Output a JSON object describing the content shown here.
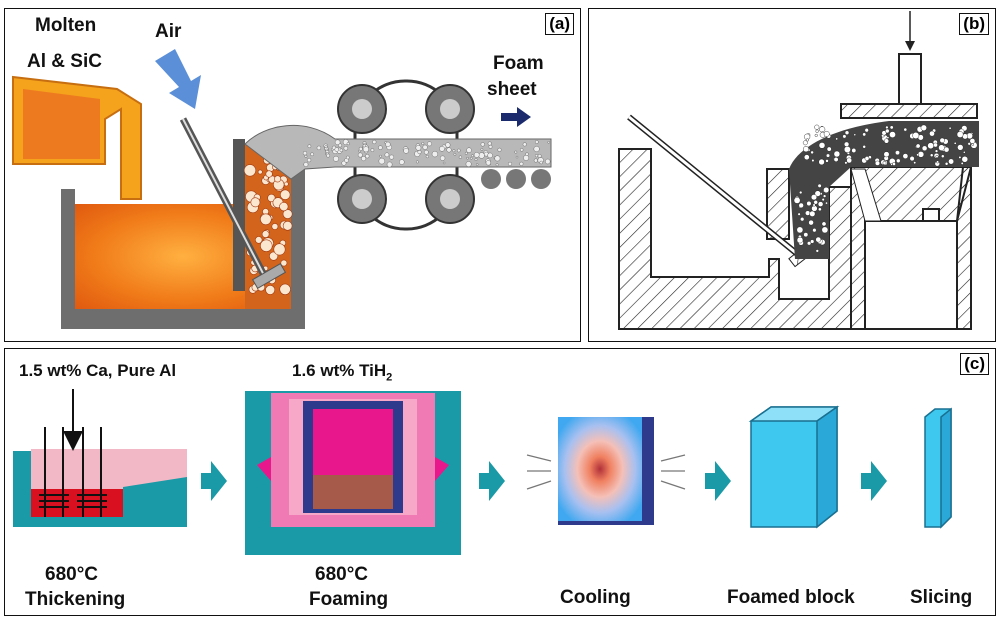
{
  "panel_a": {
    "tag": "(a)",
    "molten_line1": "Molten",
    "molten_line2": "Al & SiC",
    "air": "Air",
    "foam_line1": "Foam",
    "foam_line2": "sheet"
  },
  "panel_b": {
    "tag": "(b)"
  },
  "panel_c": {
    "tag": "(c)",
    "additive1": "1.5 wt% Ca, Pure Al",
    "additive2_main": "1.6 wt% TiH",
    "additive2_sub": "2",
    "step1_temp": "680°C",
    "step1_name": "Thickening",
    "step2_temp": "680°C",
    "step2_name": "Foaming",
    "step3_name": "Cooling",
    "step4_name": "Foamed block",
    "step5_name": "Slicing"
  },
  "colors": {
    "molten": "#f07a18",
    "crucible": "#6e6e6e",
    "teal": "#1a9aa6",
    "pink": "#f2b8c6",
    "magenta": "#e8188c",
    "navy": "#2e3b8c",
    "cyan_block": "#3ec8f0",
    "arrow_blue": "#5b8fd8"
  }
}
